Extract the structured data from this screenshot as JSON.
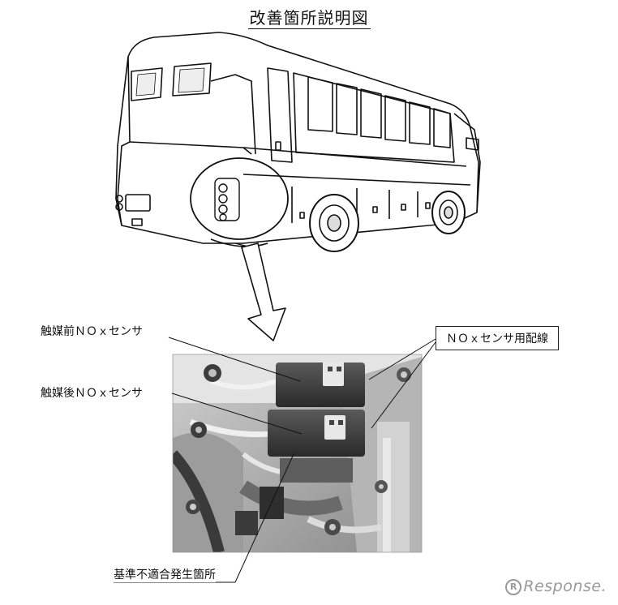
{
  "title": "改善箇所説明図",
  "labels": {
    "pre_catalyst_sensor": "触媒前ＮＯｘセンサ",
    "post_catalyst_sensor": "触媒後ＮＯｘセンサ",
    "sensor_wiring": "ＮＯｘセンサ用配線",
    "nonconformance_location": "基準不適合発生箇所"
  },
  "watermark": "Response.",
  "colors": {
    "line": "#111111",
    "photo_light": "#d9d9d9",
    "photo_mid": "#8e8e8e",
    "photo_dark": "#2a2a2a"
  }
}
